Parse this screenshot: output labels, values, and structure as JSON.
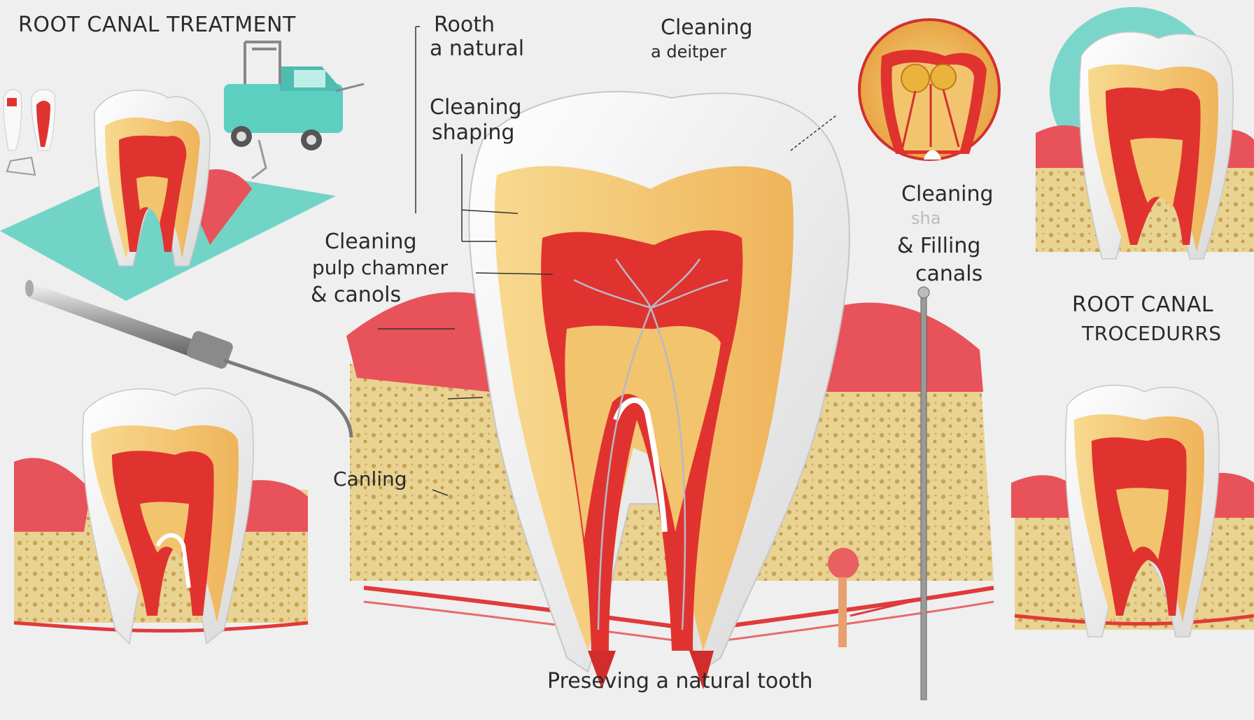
{
  "diagram": {
    "title_top_left": "ROOT CANAL TREATMENT",
    "label_rooth": "Rooth",
    "label_a_natural": "a natural",
    "label_cleaning_top": "Cleaning",
    "label_a_deitper": "a deitper",
    "label_cleaning_shaping_1": "Cleaning",
    "label_cleaning_shaping_2": "shaping",
    "label_pulp_1": "Cleaning",
    "label_pulp_2": "pulp chamner",
    "label_pulp_3": "& canols",
    "label_right_cleaning": "Cleaning",
    "label_right_sha": "sha",
    "label_right_filling": "& Filling",
    "label_right_canals": "canals",
    "title_right_1": "ROOT CANAL",
    "title_right_2": "TROCEDURRS",
    "label_canling": "Canling",
    "caption_bottom": "Preseving a natural tooth"
  },
  "colors": {
    "background": "#efefef",
    "enamel": "#f4f4f4",
    "dentin": "#f3c46e",
    "pulp": "#e0332f",
    "gum": "#e8525a",
    "bone": "#e7cf8c",
    "teal": "#5ccfc0"
  }
}
